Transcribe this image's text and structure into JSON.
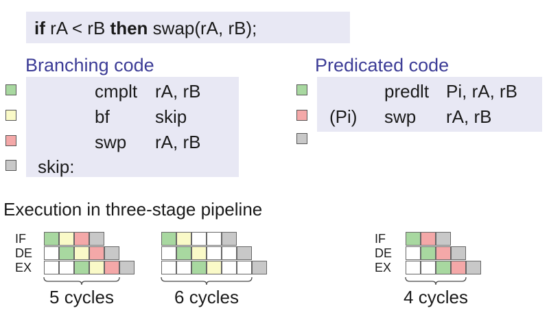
{
  "colors": {
    "green": "#a8d8a0",
    "yellow": "#fafac8",
    "red": "#f4a8a8",
    "gray": "#c8c8c8",
    "white": "#ffffff",
    "panel": "#e8e8f4",
    "heading": "#3c3c96"
  },
  "statement": {
    "kw_if": "if",
    "cond": " rA < rB ",
    "kw_then": "then",
    "rest": " swap(rA, rB);"
  },
  "branching": {
    "title": "Branching code",
    "lines": [
      {
        "label": "",
        "op": "cmplt",
        "args": "rA, rB",
        "color": "green"
      },
      {
        "label": "",
        "op": "bf",
        "args": "skip",
        "color": "yellow"
      },
      {
        "label": "",
        "op": "swp",
        "args": "rA, rB",
        "color": "red"
      },
      {
        "label": "skip:",
        "op": "",
        "args": "",
        "color": "gray"
      }
    ]
  },
  "predicated": {
    "title": "Predicated code",
    "lines": [
      {
        "pred": "",
        "op": "predlt",
        "args": "Pi, rA, rB",
        "color": "green"
      },
      {
        "pred": "(Pi)",
        "op": "swp",
        "args": "rA, rB",
        "color": "red"
      },
      {
        "pred": "",
        "op": "",
        "args": "",
        "color": "gray"
      }
    ]
  },
  "pipeline_title": "Execution in three-stage pipeline",
  "stages": [
    "IF",
    "DE",
    "EX"
  ],
  "pipelines": [
    {
      "cycles_label": "5 cycles",
      "show_stages": true,
      "rows": [
        [
          "green",
          "yellow",
          "red",
          "gray"
        ],
        [
          "white",
          "green",
          "yellow",
          "red",
          "gray"
        ],
        [
          "white",
          "white",
          "green",
          "yellow",
          "red",
          "gray"
        ]
      ]
    },
    {
      "cycles_label": "6 cycles",
      "show_stages": false,
      "rows": [
        [
          "green",
          "yellow",
          "white",
          "white",
          "gray"
        ],
        [
          "white",
          "green",
          "yellow",
          "white",
          "white",
          "gray"
        ],
        [
          "white",
          "white",
          "green",
          "yellow",
          "white",
          "white",
          "gray"
        ]
      ]
    },
    {
      "cycles_label": "4 cycles",
      "show_stages": true,
      "rows": [
        [
          "green",
          "red",
          "gray"
        ],
        [
          "white",
          "green",
          "red",
          "gray"
        ],
        [
          "white",
          "white",
          "green",
          "red",
          "gray"
        ]
      ]
    }
  ]
}
